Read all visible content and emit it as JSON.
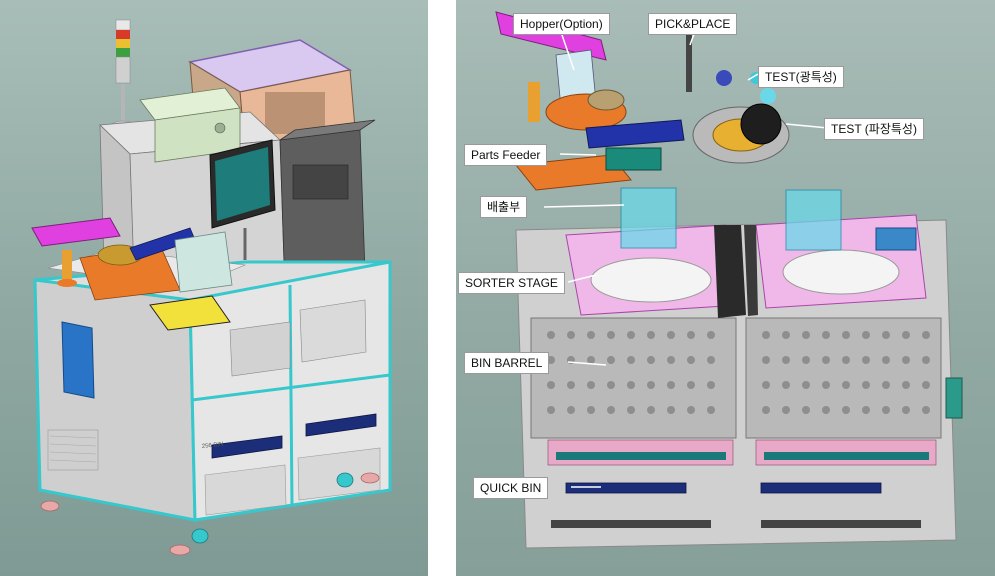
{
  "colors": {
    "background_left": "#95ada7",
    "background_right": "#97ada7",
    "frame_cyan": "#36c8cc",
    "machine_body": "#d6d6d6",
    "hopper_magenta": "#e040e0",
    "feeder_blue": "#2233aa",
    "orange": "#e87a2a",
    "label_bg": "#ffffff"
  },
  "left_machine": {
    "panel_text": "256 BIN",
    "icons": [
      "signal-tower-icon",
      "monitor-icon",
      "caster-wheel-icon"
    ]
  },
  "callouts": {
    "hopper": "Hopper(Option)",
    "pick_place": "PICK&PLACE",
    "test_optical": "TEST(광특성)",
    "test_wave": "TEST (파장특성)",
    "parts_feeder": "Parts Feeder",
    "discharge": "배출부",
    "sorter_stage": "SORTER STAGE",
    "bin_barrel": "BIN BARREL",
    "quick_bin": "QUICK BIN"
  }
}
